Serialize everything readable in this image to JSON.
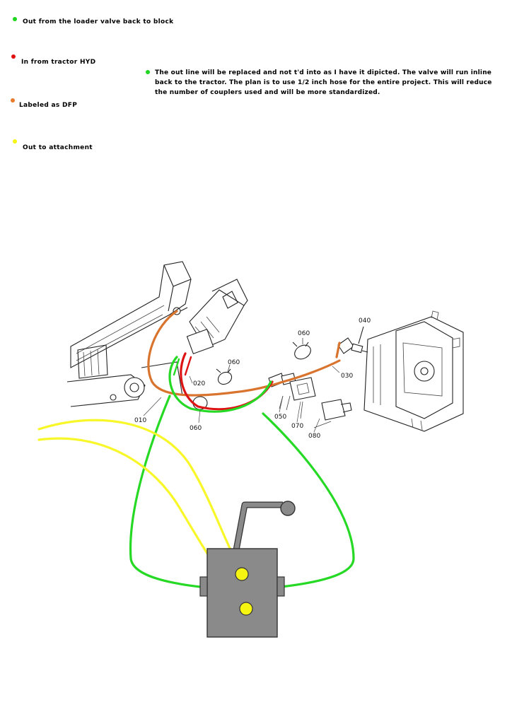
{
  "legend": [
    {
      "color": "#1fd61f",
      "text": "Out from the loader valve back to block"
    },
    {
      "color": "#e01010",
      "text": "In from tractor HYD"
    },
    {
      "color": "#e87a2a",
      "text": "Labeled as DFP"
    },
    {
      "color": "#f5f511",
      "text": "Out to attachment"
    }
  ],
  "note": {
    "color": "#1fd61f",
    "text": "The out line will be replaced and not t'd into as I have it dipicted.  The valve will run inline back to the tractor.  The plan is to use 1/2 inch hose for the entire project. This will reduce the number of couplers used and will be more standardized."
  },
  "part_labels": [
    "010",
    "020",
    "030",
    "040",
    "050",
    "060",
    "060",
    "060",
    "070",
    "080"
  ],
  "colors": {
    "green_line": "#25d925",
    "red_line": "#dd1414",
    "orange_line": "#d9742f",
    "yellow_line": "#f7f72a",
    "valve_body": "#8a8a8a",
    "valve_port": "#f5f511"
  }
}
